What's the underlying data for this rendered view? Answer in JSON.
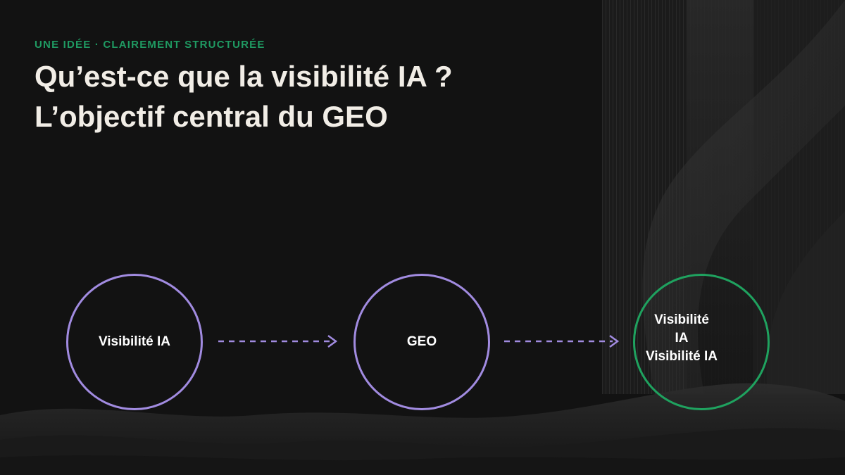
{
  "slide": {
    "kicker": "UNE IDÉE · CLAIREMENT STRUCTURÉE",
    "title": "Qu’est-ce que la visibilité IA ? L’objectif central du GEO"
  },
  "flow": {
    "nodes": [
      {
        "label": "Visibilité IA"
      },
      {
        "label": "GEO"
      },
      {
        "label_lines": [
          "Visibilité",
          "IA",
          "Visibilité IA"
        ]
      }
    ]
  },
  "colors": {
    "background": "#121212",
    "accent_green": "#1f9a62",
    "node_stroke": "#a18be0",
    "final_stroke": "#1fa25f",
    "title_text": "#f1ede6"
  }
}
